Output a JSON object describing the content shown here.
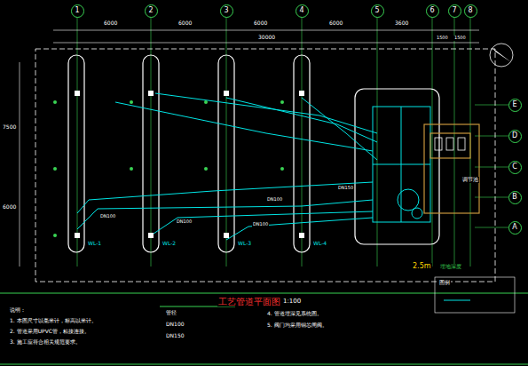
{
  "diagram": {
    "nodes": [
      {
        "text": [
          "1"
        ]
      },
      {
        "text": [
          "2"
        ]
      },
      {
        "text": [
          "3"
        ]
      },
      {
        "text": [
          "4"
        ]
      },
      {
        "text": [
          "5"
        ]
      },
      {
        "text": [
          "6"
        ]
      },
      {
        "text": [
          "7"
        ]
      },
      {
        "text": [
          "8"
        ]
      },
      {
        "text": [
          "E"
        ]
      },
      {
        "text": [
          "D"
        ]
      },
      {
        "text": [
          "C"
        ]
      },
      {
        "text": [
          "B"
        ]
      },
      {
        "text": [
          "A"
        ]
      }
    ],
    "labels": [
      "6000",
      "6000",
      "6000",
      "6000",
      "3600",
      "1500",
      "1500",
      "30000",
      "7500",
      "6000",
      "WL-1",
      "WL-2",
      "WL-3",
      "WL-4",
      "DN100",
      "DN100",
      "DN100",
      "DN100",
      "DN150",
      "工艺管道平面图",
      "1:100",
      "2.5m",
      "埋地深度",
      "说明：",
      "1. 本图尺寸以毫米计，标高以米计。",
      "2. 管道采用UPVC管，粘接连接。",
      "3. 施工应符合相关规范要求。",
      "管径",
      "DN100",
      "DN150",
      "4. 管道埋深见系统图。",
      "5. 阀门均采用铜芯闸阀。",
      "图例",
      "调节池"
    ]
  }
}
